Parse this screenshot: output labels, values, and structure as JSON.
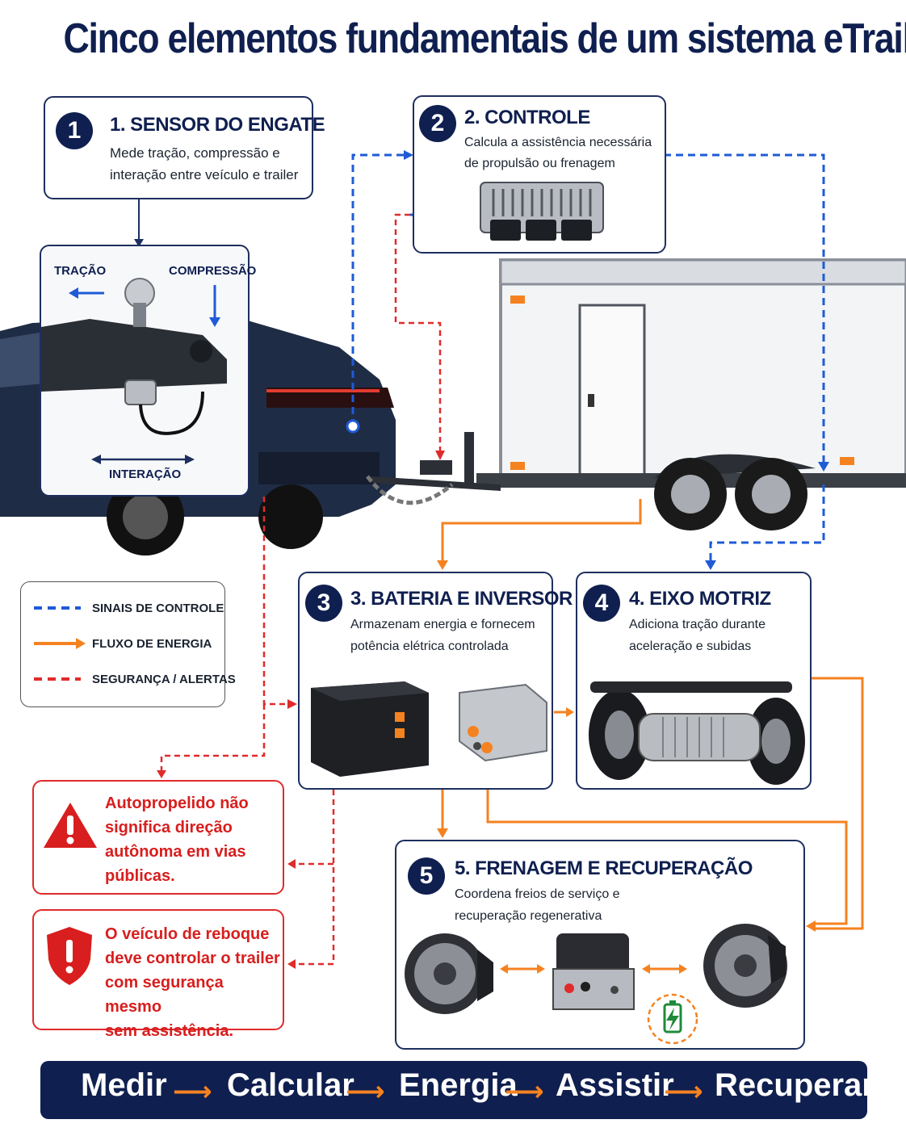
{
  "title": "Cinco elementos fundamentais de um sistema eTrailer",
  "cards": [
    {
      "number": "1",
      "title": "1. SENSOR DO ENGATE",
      "lines": [
        "Mede tração, compressão e",
        "interação entre veículo e trailer"
      ]
    },
    {
      "number": "2",
      "title": "2. CONTROLE",
      "lines": [
        "Calcula a assistência necessária",
        "de propulsão ou frenagem"
      ]
    },
    {
      "number": "3",
      "title": "3. BATERIA E INVERSOR",
      "lines": [
        "Armazenam energia e fornecem",
        "potência elétrica controlada"
      ]
    },
    {
      "number": "4",
      "title": "4. EIXO MOTRIZ",
      "lines": [
        "Adiciona tração durante",
        "aceleração e subidas"
      ]
    },
    {
      "number": "5",
      "title": "5. FRENAGEM E RECUPERAÇÃO",
      "lines": [
        "Coordena freios de serviço e",
        "recuperação regenerativa"
      ]
    }
  ],
  "hitch_labels": {
    "tracao": "TRAÇÃO",
    "compressao": "COMPRESSÃO",
    "interacao": "INTERAÇÃO"
  },
  "legend": [
    {
      "label": "SINAIS DE CONTROLE",
      "color": "#1f5bd6",
      "style": "dashed"
    },
    {
      "label": "FLUXO DE ENERGIA",
      "color": "#f58220",
      "style": "solid"
    },
    {
      "label": "SEGURANÇA / ALERTAS",
      "color": "#e02b2b",
      "style": "dashed"
    }
  ],
  "alerts": [
    {
      "icon": "warning-triangle-icon",
      "lines": [
        "Autopropelido não",
        "significa direção",
        "autônoma em vias",
        "públicas."
      ]
    },
    {
      "icon": "shield-alert-icon",
      "lines": [
        "O veículo de reboque",
        "deve controlar o trailer",
        "com segurança mesmo",
        "sem assistência."
      ]
    }
  ],
  "flow_steps": [
    "Medir",
    "Calcular",
    "Energia",
    "Assistir",
    "Recuperar"
  ],
  "colors": {
    "navy": "#0f1f4f",
    "blue_signal": "#1f5bd6",
    "orange_energy": "#f58220",
    "red_alert": "#e02b2b"
  }
}
